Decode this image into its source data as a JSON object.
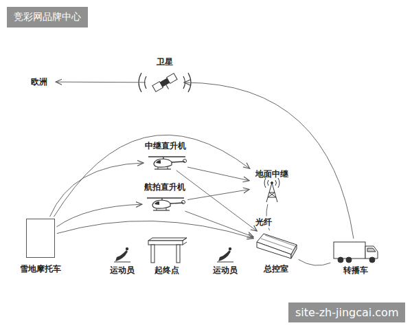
{
  "diagram": {
    "nodes": [
      {
        "text": [
          "卫星"
        ]
      },
      {
        "text": [
          "欧洲"
        ]
      },
      {
        "text": [
          "中继直升机"
        ]
      },
      {
        "text": [
          "航拍直升机"
        ]
      },
      {
        "text": [
          "地面中继"
        ]
      },
      {
        "text": [
          "雪地摩托车"
        ]
      },
      {
        "text": [
          "总控室"
        ]
      },
      {
        "text": [
          "转播车"
        ]
      }
    ],
    "edges": [
      {
        "from": 0,
        "to": 1,
        "arrow": "to"
      },
      {
        "from": 7,
        "to": 0,
        "arrow": "to"
      },
      {
        "from": 5,
        "to": 4,
        "arrow": "to"
      },
      {
        "from": 5,
        "to": 2,
        "arrow": "to"
      },
      {
        "from": 5,
        "to": 3,
        "arrow": "to"
      },
      {
        "from": 5,
        "to": 6,
        "arrow": "to"
      },
      {
        "from": 2,
        "to": 4,
        "arrow": "to"
      },
      {
        "from": 2,
        "to": 6,
        "arrow": "to"
      },
      {
        "from": 3,
        "to": 4,
        "arrow": "to"
      },
      {
        "from": 3,
        "to": 6,
        "arrow": "to"
      },
      {
        "from": 4,
        "to": 6,
        "label": "光纤",
        "arrow": "none"
      },
      {
        "from": 6,
        "to": 7,
        "arrow": "none"
      }
    ],
    "labels": [
      "竞彩网品牌中心",
      "运动员",
      "起终点",
      "运动员",
      "site-zh-jingcai.com"
    ]
  }
}
